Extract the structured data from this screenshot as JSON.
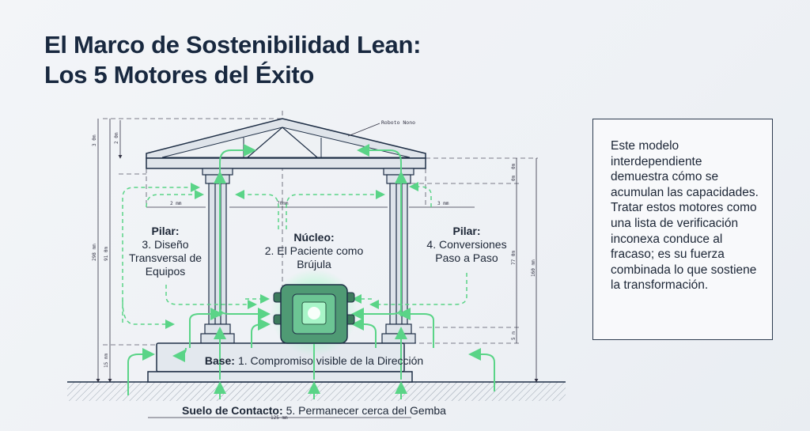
{
  "title": {
    "line1": "El Marco de Sostenibilidad Lean:",
    "line2": "Los 5 Motores del Éxito"
  },
  "note": "Este modelo interdependiente demuestra cómo se acumulan las capacidades. Tratar estos motores como una lista de verificación inconexa conduce al fracaso; es su fuerza combinada lo que sostiene la transformación.",
  "diagram": {
    "roof_callout": "Roboto Nono",
    "left_pillar": {
      "heading": "Pilar:",
      "lines": [
        "3. Diseño",
        "Transversal de",
        "Equipos"
      ]
    },
    "core": {
      "heading": "Núcleo:",
      "lines": [
        "2. El Paciente como",
        "Brújula"
      ]
    },
    "right_pillar": {
      "heading": "Pilar:",
      "lines": [
        "4. Conversiones",
        "Paso a Paso"
      ]
    },
    "base": {
      "heading": "Base:",
      "text": "1. Compromiso visible de la Dirección"
    },
    "ground": {
      "heading": "Suelo de Contacto:",
      "text": "5. Permanecer cerca del Gemba"
    },
    "dimensions": {
      "d3": "3 0m",
      "d2": "2 0m",
      "d298": "298 mm",
      "d91": "91 0m",
      "d15": "15 mm",
      "w2": "2 mm",
      "w70": "70mm",
      "w3": "3 mm",
      "r1": "0m",
      "r2": "0m",
      "r77": "77 0m",
      "r160": "160 mm",
      "r5": "5 m",
      "w125": "125 mm"
    }
  },
  "colors": {
    "accent": "#5ad487",
    "ink": "#1f2f46"
  }
}
